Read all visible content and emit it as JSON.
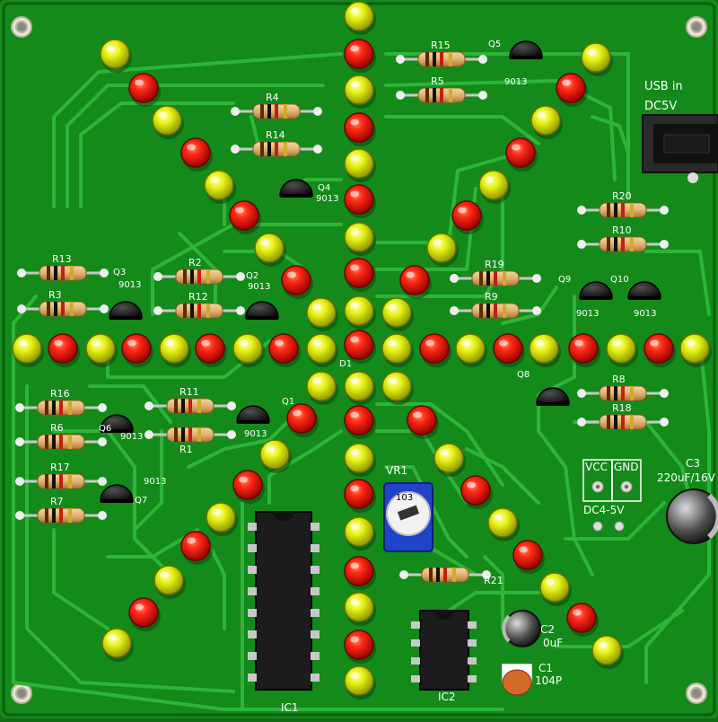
{
  "board": {
    "labels": {
      "usb": "USB in",
      "dc5v": "DC5V",
      "vcc": "VCC",
      "gnd": "GND",
      "dc_range": "DC4-5V",
      "c3": "C3",
      "c3_value": "220uF/16V",
      "c2": "C2",
      "c2_value": "0uF",
      "c1": "C1",
      "c1_value": "104P",
      "ic1": "IC1",
      "ic2": "IC2",
      "vr1": "VR1",
      "vr1_value": "103",
      "d1": "D1"
    },
    "resistors": [
      "R15",
      "R5",
      "R4",
      "R14",
      "R20",
      "R10",
      "R13",
      "R3",
      "R2",
      "R12",
      "R19",
      "R9",
      "R8",
      "R18",
      "R16",
      "R6",
      "R11",
      "R1",
      "R17",
      "R7",
      "R21"
    ],
    "transistors": [
      "Q5",
      "Q4",
      "Q3",
      "Q2",
      "Q9",
      "Q10",
      "Q8",
      "Q1",
      "Q6",
      "Q7"
    ],
    "transistor_part": "9013",
    "led_colors": {
      "red": "#e0100c",
      "yellow": "#d8e60c"
    },
    "pcb_colors": {
      "board": "#138a1a",
      "trace": "#2fb43a",
      "silkscreen": "#ffffff"
    }
  }
}
